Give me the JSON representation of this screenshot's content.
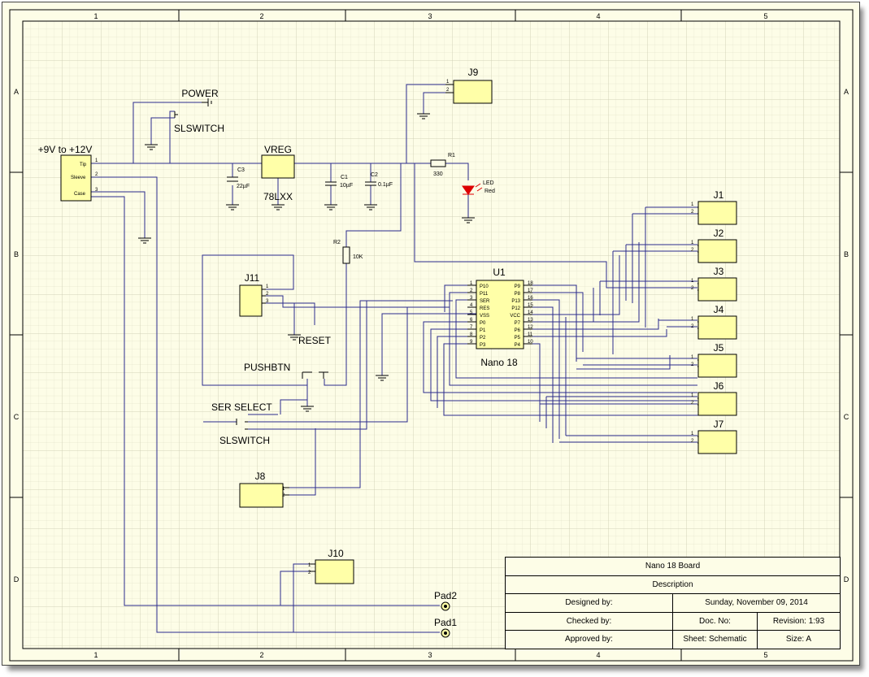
{
  "zones": {
    "columns": [
      "1",
      "2",
      "3",
      "4",
      "5"
    ],
    "rows": [
      "A",
      "B",
      "C",
      "D"
    ]
  },
  "labels": {
    "power": "POWER",
    "slswitch_top": "SLSWITCH",
    "supply": "+9V to +12V",
    "vreg": "VREG",
    "vreg_part": "78LXX",
    "j9": "J9",
    "r1": "R1",
    "r1_value": "330",
    "led": "LED",
    "led_color": "Red",
    "c3": "C3",
    "c3_value": "22µF",
    "c1": "C1",
    "c1_value": "10µF",
    "c2": "C2",
    "c2_value": "0.1µF",
    "r2": "R2",
    "r2_value": "10K",
    "j11": "J11",
    "reset": "RESET",
    "pushbtn": "PUSHBTN",
    "ser_select": "SER  SELECT",
    "slswitch_bottom": "SLSWITCH",
    "j8": "J8",
    "j10": "J10",
    "u1": "U1",
    "u1_part": "Nano 18",
    "pad2": "Pad2",
    "pad1": "Pad1"
  },
  "jack": {
    "pins": [
      "Tip",
      "Sleeve",
      "Case"
    ],
    "numbers": [
      "1",
      "2",
      "3"
    ]
  },
  "connectors": [
    "J1",
    "J2",
    "J3",
    "J4",
    "J5",
    "J6",
    "J7"
  ],
  "pin_numbers": [
    "1",
    "2"
  ],
  "u1": {
    "left_pins": [
      "P10",
      "P11",
      "SER",
      "RES",
      "VSS",
      "P0",
      "P1",
      "P2",
      "P3"
    ],
    "left_numbers": [
      "1",
      "2",
      "3",
      "4",
      "5",
      "6",
      "7",
      "8",
      "9"
    ],
    "right_pins": [
      "P9",
      "P8",
      "P13",
      "P12",
      "VCC",
      "P7",
      "P6",
      "P5",
      "P4"
    ],
    "right_numbers": [
      "18",
      "17",
      "16",
      "15",
      "14",
      "13",
      "12",
      "11",
      "10"
    ]
  },
  "title_block": {
    "title": "Nano 18 Board",
    "description": "Description",
    "designed_by": "Designed by:",
    "date": "Sunday, November 09, 2014",
    "checked_by": "Checked by:",
    "doc_no": "Doc. No:",
    "revision": "Revision: 1:93",
    "approved_by": "Approved by:",
    "sheet": "Sheet: Schematic",
    "size": "Size: A"
  },
  "colors": {
    "background": "#fdfde7",
    "grid": "#dcdcc2",
    "component_fill": "#ffffa8",
    "wire": "#2b2b8c",
    "led": "#dd0000"
  }
}
